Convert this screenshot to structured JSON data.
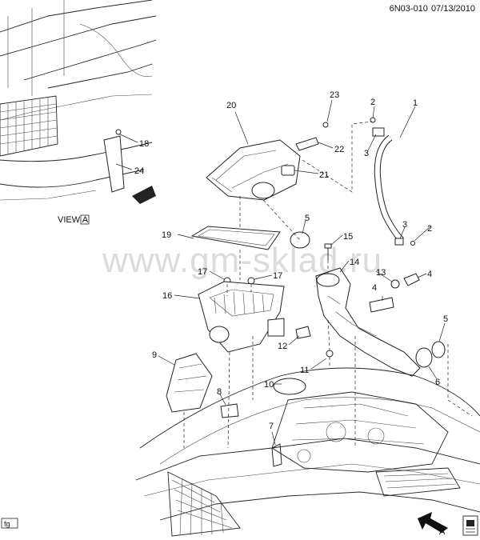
{
  "header": {
    "drawing_code": "6N03-010",
    "date": "07/13/2010"
  },
  "view_label": {
    "text": "VIEW",
    "letter": "A"
  },
  "orientation_arrow_letter": "A",
  "watermark": "www.gm-sklad.ru",
  "corner_tag": "fg",
  "callouts": [
    "1",
    "2",
    "2",
    "3",
    "3",
    "4",
    "4",
    "5",
    "5",
    "6",
    "7",
    "8",
    "9",
    "10",
    "11",
    "12",
    "13",
    "14",
    "15",
    "16",
    "17",
    "17",
    "18",
    "19",
    "20",
    "21",
    "22",
    "23",
    "24"
  ]
}
